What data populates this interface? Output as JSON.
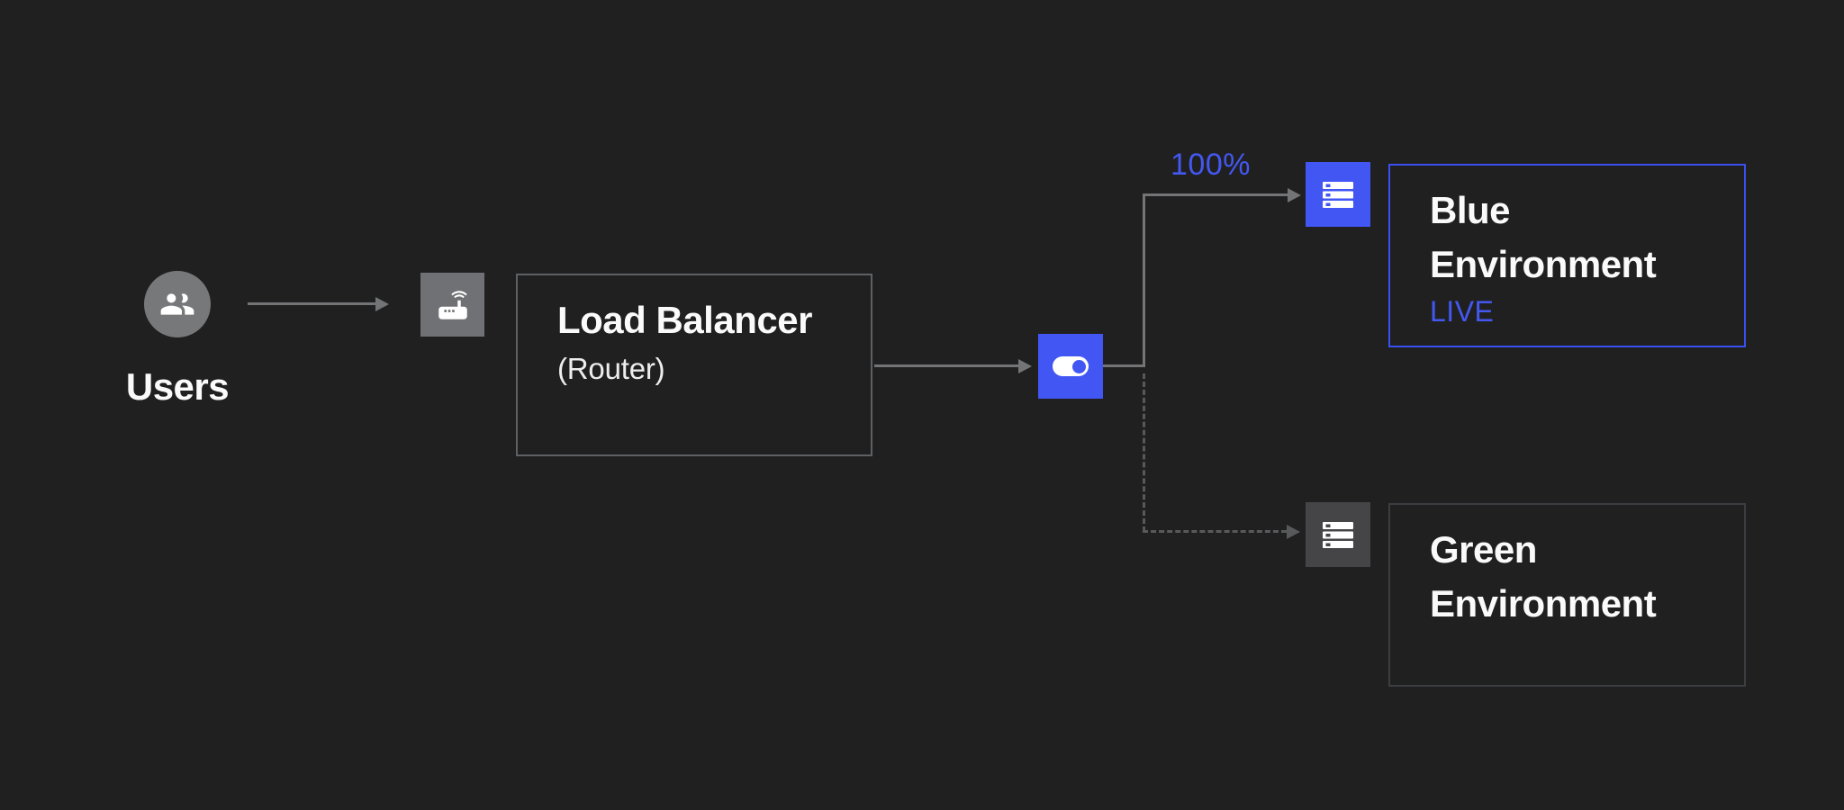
{
  "diagram": {
    "users": {
      "label": "Users",
      "icon": "people-icon"
    },
    "router": {
      "icon": "router-icon"
    },
    "load_balancer": {
      "title": "Load Balancer",
      "subtitle": "(Router)"
    },
    "traffic_switch": {
      "icon": "toggle-icon"
    },
    "traffic_split": {
      "percent_label": "100%"
    },
    "blue_environment": {
      "title": "Blue Environment",
      "status": "LIVE",
      "icon": "server-icon"
    },
    "green_environment": {
      "title": "Green Environment",
      "icon": "server-icon"
    }
  },
  "colors": {
    "bg": "#202021",
    "accent-blue": "#4256f4",
    "blue-border": "#3a50ee",
    "blue-text": "#4358f0",
    "gray-icon": "#707174",
    "gray-icon-dark": "#454548",
    "users-circle-gray": "#77787a",
    "arrow-gray": "#737476",
    "dashed-gray": "#58595b",
    "box-border-gray": "#5e6164",
    "box-border-dim": "#3b3d40",
    "text-white": "#fafafa"
  }
}
